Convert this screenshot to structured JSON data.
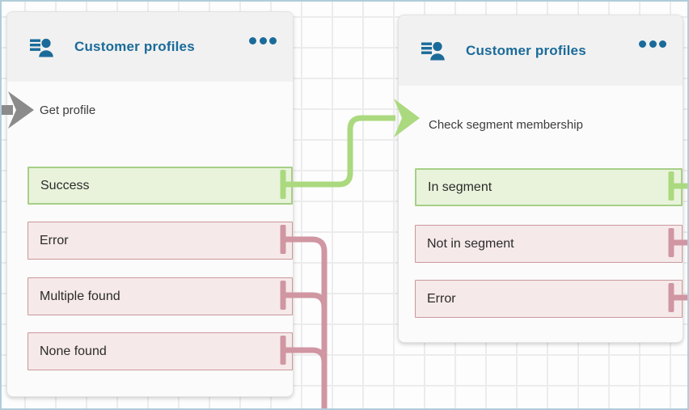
{
  "colors": {
    "accent_blue": "#1a6b99",
    "header_bg": "#f1f1f1",
    "card_bg": "#fbfbfb",
    "canvas_bg": "#fdfdfd",
    "grid_line": "#ececec",
    "frame_border": "#b0ccd9",
    "success_fill": "#e9f3db",
    "success_border": "#a6cf87",
    "success_line": "#abd97f",
    "error_fill": "#f6e9e9",
    "error_border": "#cb989c",
    "error_line": "#d096a2",
    "gray_arrow": "#8b8b8b",
    "text_dark": "#2b2b2b",
    "text_body": "#3c3c3c"
  },
  "blocks": [
    {
      "title": "Customer profiles",
      "icon": "customer-profiles-icon",
      "menu_icon": "ellipsis-menu-icon",
      "action": "Get profile",
      "outputs": [
        {
          "label": "Success",
          "type": "success"
        },
        {
          "label": "Error",
          "type": "error"
        },
        {
          "label": "Multiple found",
          "type": "error"
        },
        {
          "label": "None found",
          "type": "error"
        }
      ]
    },
    {
      "title": "Customer profiles",
      "icon": "customer-profiles-icon",
      "menu_icon": "ellipsis-menu-icon",
      "action": "Check segment membership",
      "outputs": [
        {
          "label": "In segment",
          "type": "success"
        },
        {
          "label": "Not in segment",
          "type": "error"
        },
        {
          "label": "Error",
          "type": "error"
        }
      ]
    }
  ]
}
